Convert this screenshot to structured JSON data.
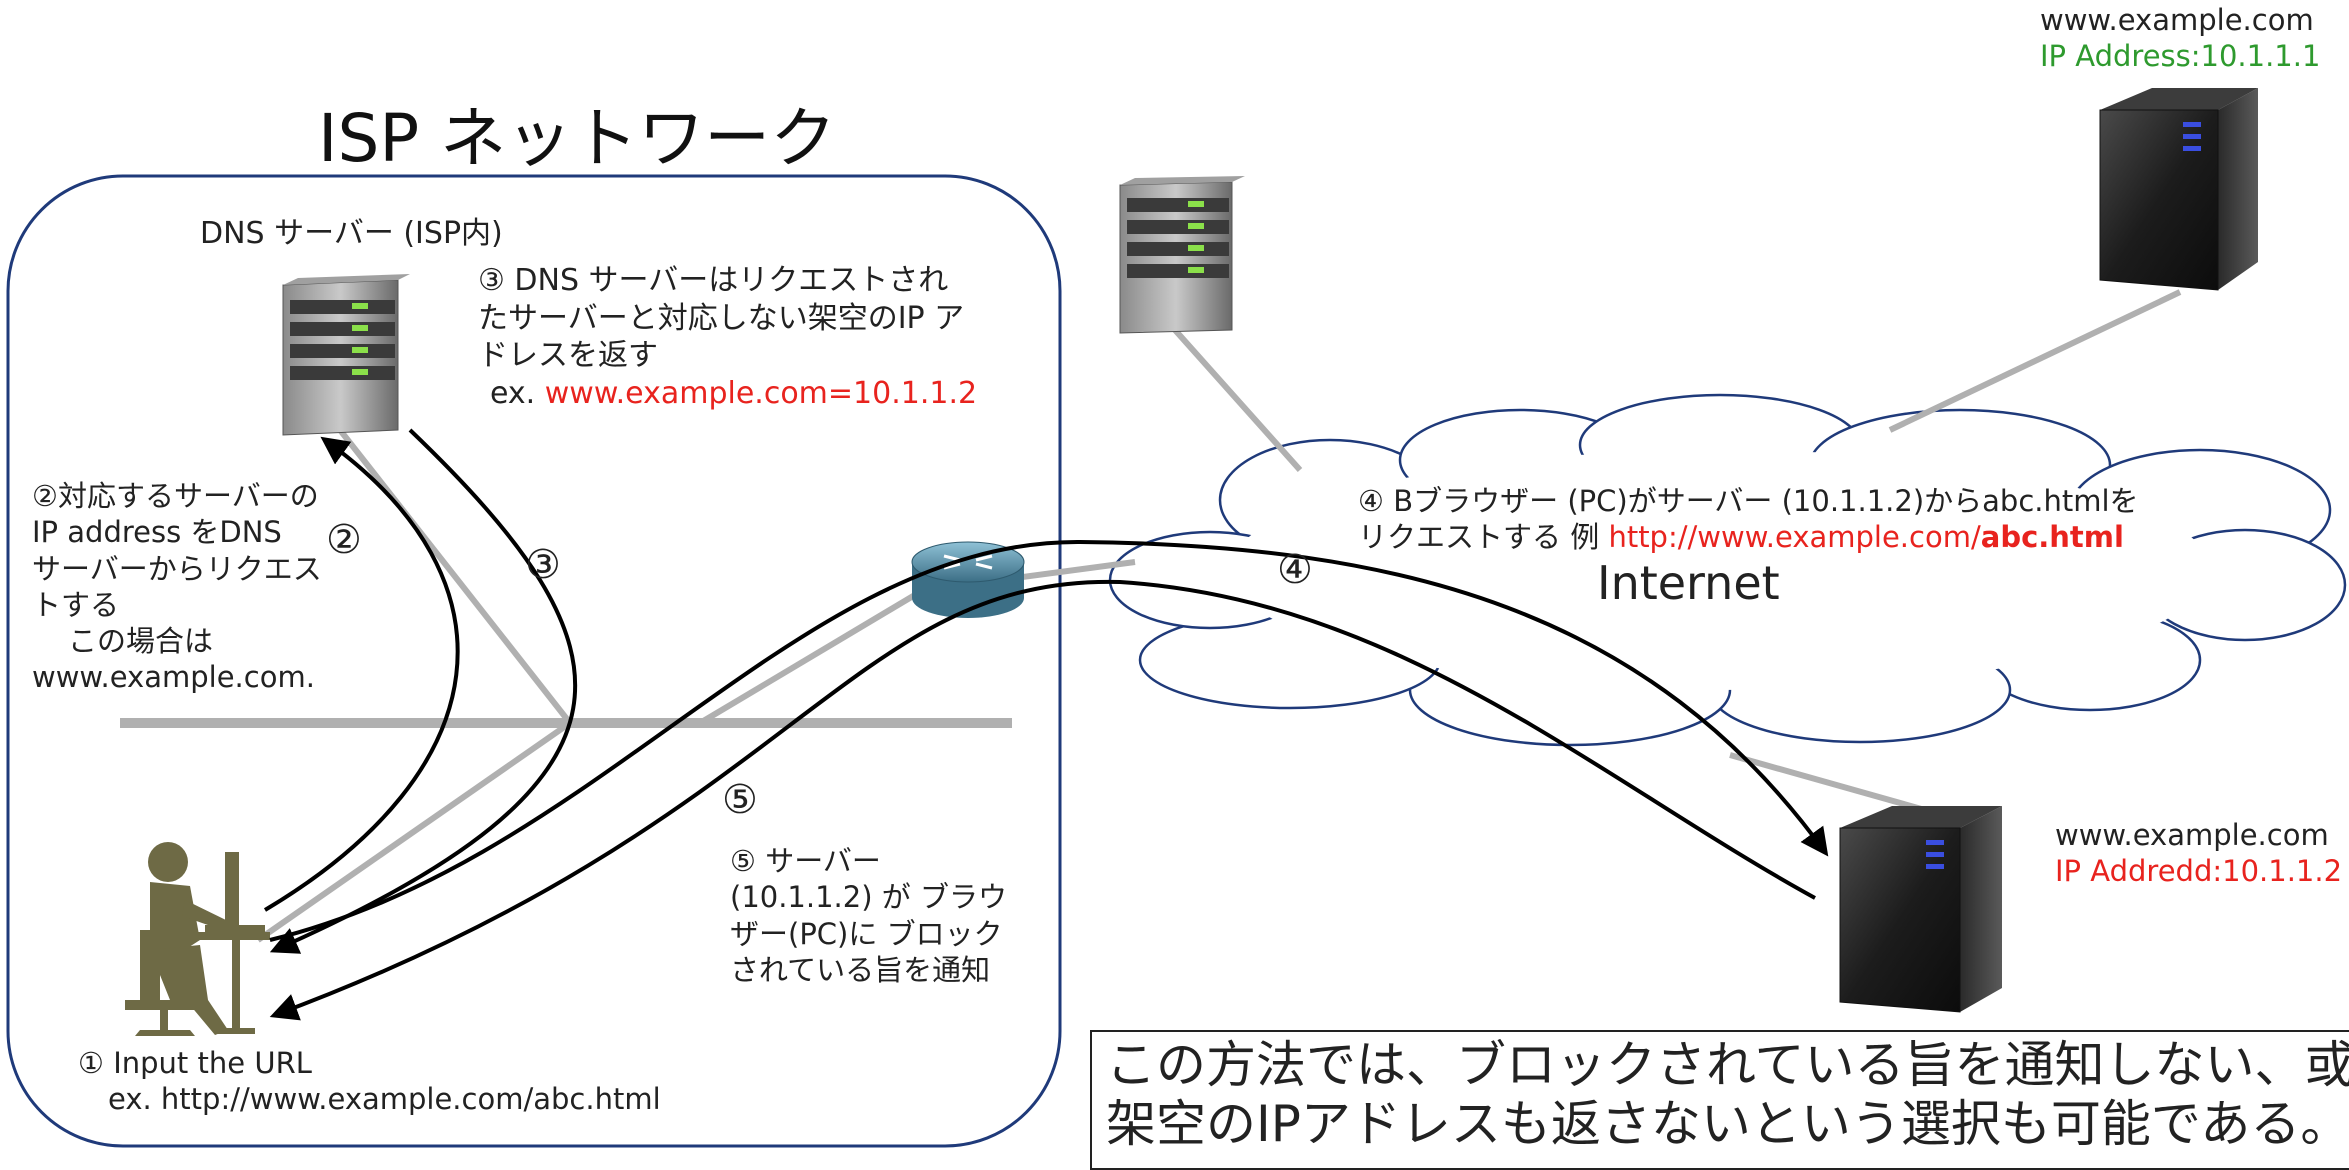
{
  "title": "ISP ネットワーク",
  "dns_server_label": "DNS サーバー (ISP内)",
  "step1": {
    "line1": "① Input the URL",
    "line2": "ex. http://www.example.com/abc.html"
  },
  "step2": {
    "marker": "②",
    "lines": [
      "②対応するサーバーの",
      "IP address をDNS",
      "サーバーからリクエス",
      "トする",
      "この場合は",
      "www.example.com."
    ]
  },
  "step3": {
    "marker": "③",
    "lines": [
      "③ DNS サーバーはリクエストされ",
      "たサーバーと対応しない架空のIP ア",
      "ドレスを返す"
    ],
    "example_prefix": "ex. ",
    "example_value": "www.example.com=10.1.1.2"
  },
  "step4": {
    "marker": "④",
    "line1": "④ Bブラウザー (PC)がサーバー (10.1.1.2)からabc.htmlを",
    "line2_prefix": "リクエストする 例 ",
    "line2_url": "http://www.example.com/",
    "line2_file": "abc.html"
  },
  "step5": {
    "marker": "⑤",
    "lines": [
      "⑤ サーバー",
      "(10.1.1.2) が ブラウ",
      "ザー(PC)に ブロック",
      "されている旨を通知"
    ]
  },
  "internet_label": "Internet",
  "real_server": {
    "host": "www.example.com",
    "ip": "IP Address:10.1.1.1"
  },
  "fake_server": {
    "host": "www.example.com",
    "ip": "IP Addredd:10.1.1.2"
  },
  "note": {
    "line1": "この方法では、ブロックされている旨を通知しない、或い",
    "line2": "架空のIPアドレスも返さないという選択も可能である。"
  },
  "colors": {
    "isp_border": "#1f3a7a",
    "cloud_border": "#1f3a7a",
    "link_gray": "#b0b0b0",
    "arrow": "#000000",
    "highlight_red": "#e8231e",
    "ip_green": "#2e9a2e",
    "router": "#4f8aa6",
    "dns_server_led": "#8be04a",
    "web_server_led": "#3a4ee0"
  },
  "icons": [
    "dns-server-icon",
    "web-server-icon",
    "router-icon",
    "user-at-pc-icon",
    "internet-cloud-icon"
  ]
}
